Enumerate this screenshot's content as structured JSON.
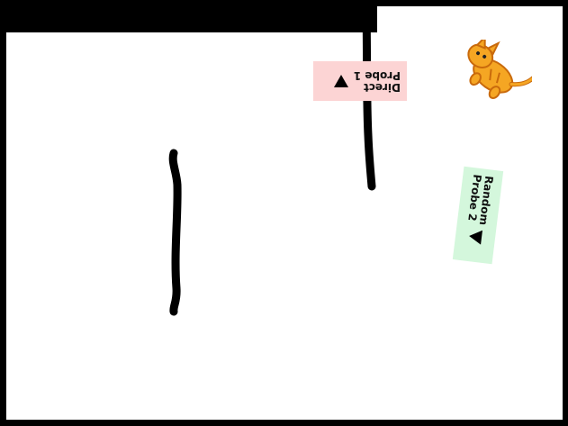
{
  "probes": [
    {
      "label_line1": "Direct",
      "label_line2": "Probe 1",
      "color": "#fcd4d4"
    },
    {
      "label_line1": "Random",
      "label_line2": "Probe 2",
      "color": "#d4f7dc"
    }
  ],
  "sprite": {
    "icon": "orange-cat-sprite",
    "color": "#f5a623"
  },
  "colors": {
    "background": "#ffffff",
    "frame": "#000000",
    "ink": "#000000"
  }
}
